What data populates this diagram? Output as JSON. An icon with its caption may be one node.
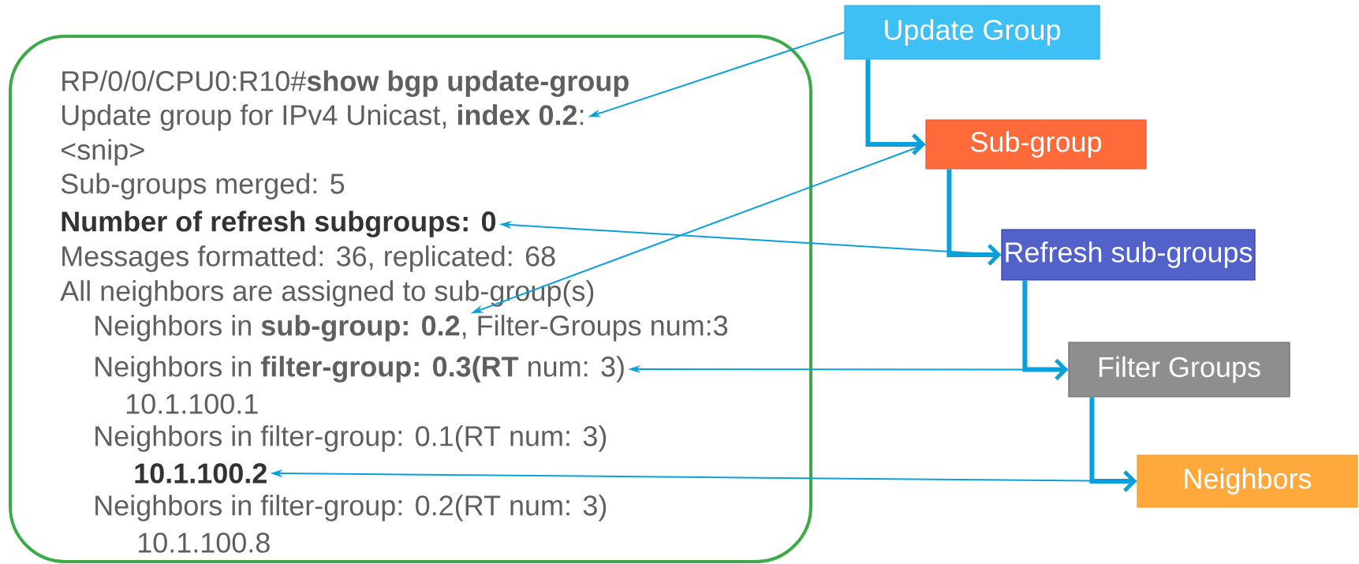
{
  "diagram": {
    "nodes": [
      {
        "text": [],
        "shape": "box"
      },
      {
        "text": [
          "RP/0/0/CPU0:R10#**show bgp update-group**"
        ],
        "in": 0
      },
      {
        "text": [
          "Update group for IPv4 Unicast, **index 0.2**:"
        ],
        "in": 0
      },
      {
        "text": [
          "<snip>"
        ],
        "in": 0
      },
      {
        "text": [
          "Sub-groups merged: 5"
        ],
        "in": 0
      },
      {
        "text": [
          "Number of refresh subgroups: 0"
        ],
        "in": 0
      },
      {
        "text": [
          "Messages formatted: 36, replicated: 68"
        ],
        "in": 0
      },
      {
        "text": [
          "All neighbors are assigned to sub-group(s)"
        ],
        "in": 0
      },
      {
        "text": [
          "Neighbors in **sub-group: 0.2**, Filter-Groups num:3"
        ],
        "in": 0
      },
      {
        "text": [
          "Neighbors in **filter-group: 0.3(RT** num: 3)"
        ],
        "in": 0
      },
      {
        "text": [
          "10.1.100.1"
        ],
        "in": 0
      },
      {
        "text": [
          "Neighbors in filter-group: 0.1(RT num: 3)"
        ],
        "in": 0
      },
      {
        "text": [
          "10.1.100.2"
        ],
        "in": 0
      },
      {
        "text": [
          "Neighbors in filter-group: 0.2(RT num: 3)"
        ],
        "in": 0
      },
      {
        "text": [
          "10.1.100.8"
        ],
        "in": 0
      },
      {
        "text": [
          "Update Group"
        ]
      },
      {
        "text": [
          "Sub-group"
        ]
      },
      {
        "text": [
          "Refresh sub-groups"
        ]
      },
      {
        "text": [
          "Filter Groups"
        ]
      },
      {
        "text": [
          "Neighbors"
        ]
      }
    ],
    "edges": [
      {
        "from": 15,
        "to": 2,
        "arrow": "to"
      },
      {
        "from": 15,
        "to": 16,
        "arrow": "to",
        "style": "thick"
      },
      {
        "from": 16,
        "to": 8,
        "arrow": "to"
      },
      {
        "from": 16,
        "to": 17,
        "arrow": "to",
        "style": "thick"
      },
      {
        "from": 17,
        "to": 5,
        "arrow": "to"
      },
      {
        "from": 17,
        "to": 18,
        "arrow": "to",
        "style": "thick"
      },
      {
        "from": 18,
        "to": 9,
        "arrow": "to"
      },
      {
        "from": 18,
        "to": 19,
        "arrow": "to",
        "style": "thick"
      },
      {
        "from": 19,
        "to": 12,
        "arrow": "to"
      }
    ]
  }
}
